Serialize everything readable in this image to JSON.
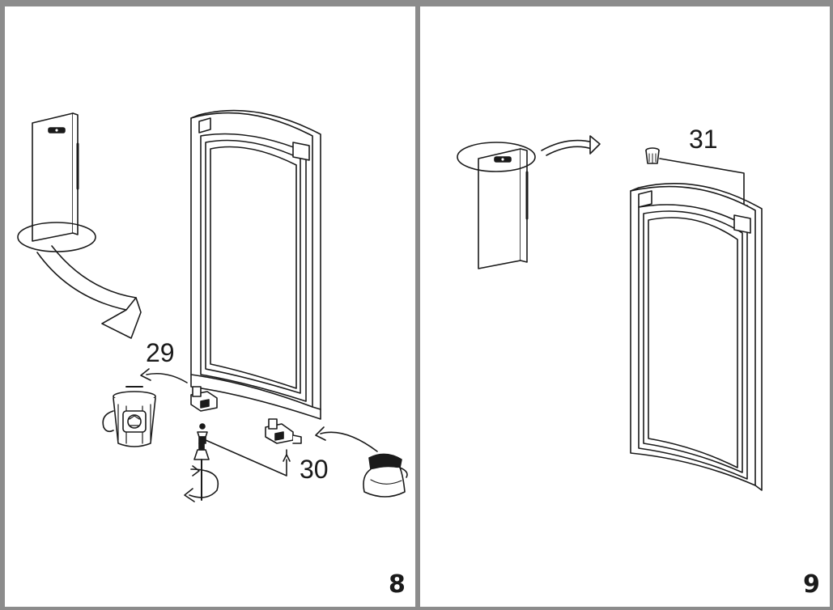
{
  "steps": [
    {
      "number": "8",
      "callouts": [
        "29",
        "30"
      ],
      "icons": [
        "door-panel-icon",
        "recycle-bin-icon",
        "parts-bag-icon",
        "screwdriver-icon",
        "rotate-arrow-icon"
      ]
    },
    {
      "number": "9",
      "callouts": [
        "31"
      ],
      "icons": [
        "door-panel-icon",
        "screw-cap-icon",
        "curved-arrow-icon"
      ]
    }
  ]
}
